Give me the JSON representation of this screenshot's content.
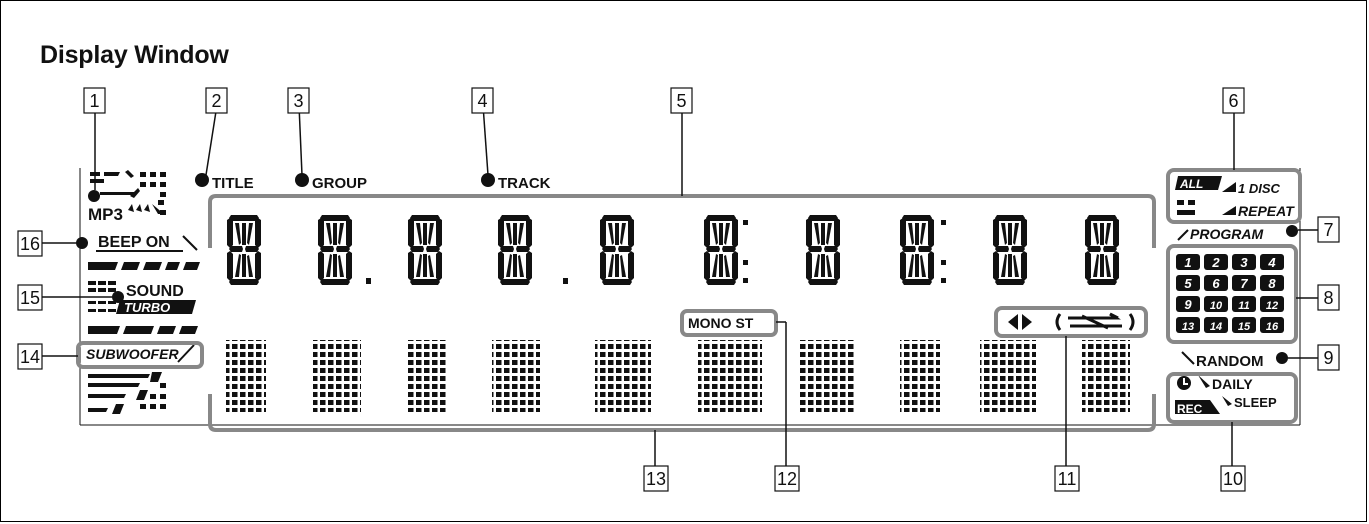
{
  "title": "Display Window",
  "callouts": [
    "1",
    "2",
    "3",
    "4",
    "5",
    "6",
    "7",
    "8",
    "9",
    "10",
    "11",
    "12",
    "13",
    "14",
    "15",
    "16"
  ],
  "labels": {
    "title": "TITLE",
    "group": "GROUP",
    "track": "TRACK",
    "mp3": "MP3",
    "beep_on": "BEEP ON",
    "sound": "SOUND",
    "turbo": "TURBO",
    "subwoofer": "SUBWOOFER",
    "all": "ALL",
    "one_disc": "1 DISC",
    "repeat": "REPEAT",
    "program": "PROGRAM",
    "random": "RANDOM",
    "mono_st": "MONO ST",
    "daily": "DAILY",
    "sleep": "SLEEP",
    "rec": "REC"
  },
  "program_numbers": [
    "1",
    "2",
    "3",
    "4",
    "5",
    "6",
    "7",
    "8",
    "9",
    "10",
    "11",
    "12",
    "13",
    "14",
    "15",
    "16"
  ]
}
